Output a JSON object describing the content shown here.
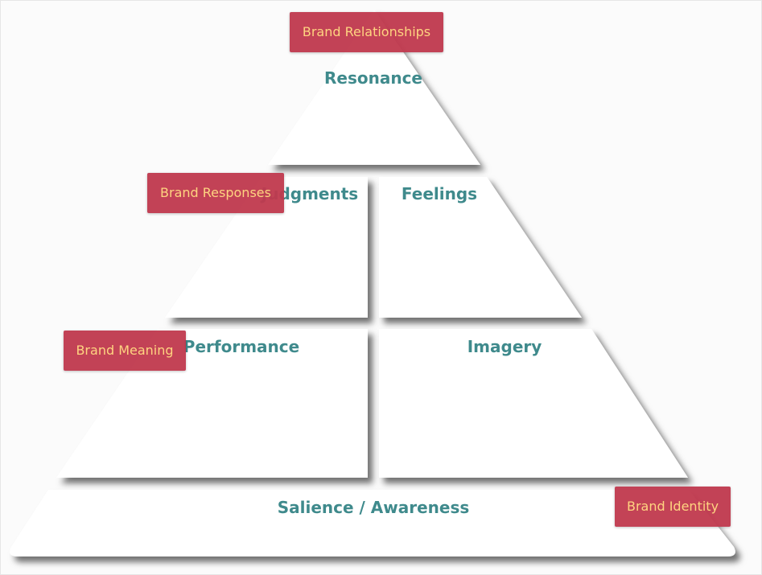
{
  "pyramid": {
    "levels": {
      "resonance": "Resonance",
      "judgments": "Judgments",
      "feelings": "Feelings",
      "performance": "Performance",
      "imagery": "Imagery",
      "salience": "Salience / Awareness"
    },
    "colors": {
      "segment": "#ffffff",
      "label": "#3f8a8c"
    }
  },
  "tags": {
    "brand_relationships": "Brand Relationships",
    "brand_responses": "Brand Responses",
    "brand_meaning": "Brand Meaning",
    "brand_identity": "Brand Identity"
  },
  "tag_colors": {
    "background": "#c0394e",
    "text": "#ffd27a"
  }
}
